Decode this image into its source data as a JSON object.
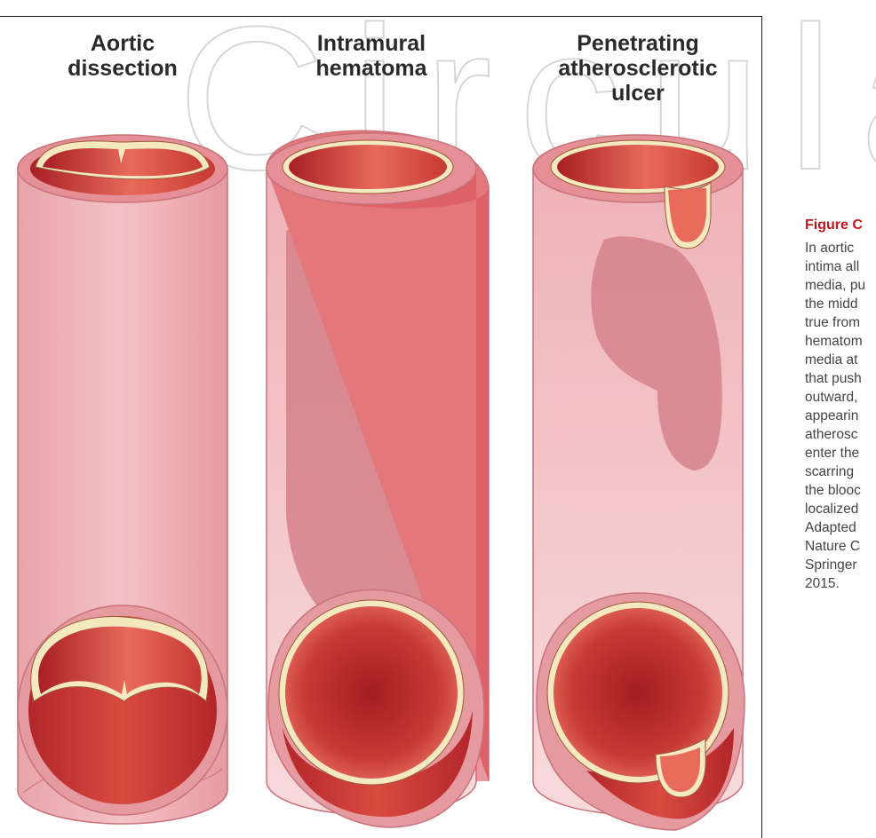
{
  "watermark": {
    "text": "Circulation"
  },
  "columns": [
    {
      "id": "aortic-dissection",
      "title_lines": [
        "Aortic",
        "dissection"
      ]
    },
    {
      "id": "intramural-hematoma",
      "title_lines": [
        "Intramural",
        "hematoma"
      ]
    },
    {
      "id": "penetrating-ulcer",
      "title_lines": [
        "Penetrating",
        "atherosclerotic",
        "ulcer"
      ]
    }
  ],
  "figure": {
    "label": "Figure C",
    "caption_lines": [
      "In aortic",
      "intima all",
      "media, pu",
      "the midd",
      "true from",
      "hematom",
      "media at",
      "that push",
      "outward,",
      "appearin",
      "atherosc",
      "enter the",
      "scarring",
      "the blooc",
      "localized",
      "Adapted",
      "Nature C",
      "Springer",
      "2015."
    ]
  },
  "colors": {
    "adventitia": "#e59aa0",
    "media_dark": "#b3262a",
    "media_light": "#e4695c",
    "intima": "#f3e8c0",
    "caption_accent": "#c3161c"
  }
}
